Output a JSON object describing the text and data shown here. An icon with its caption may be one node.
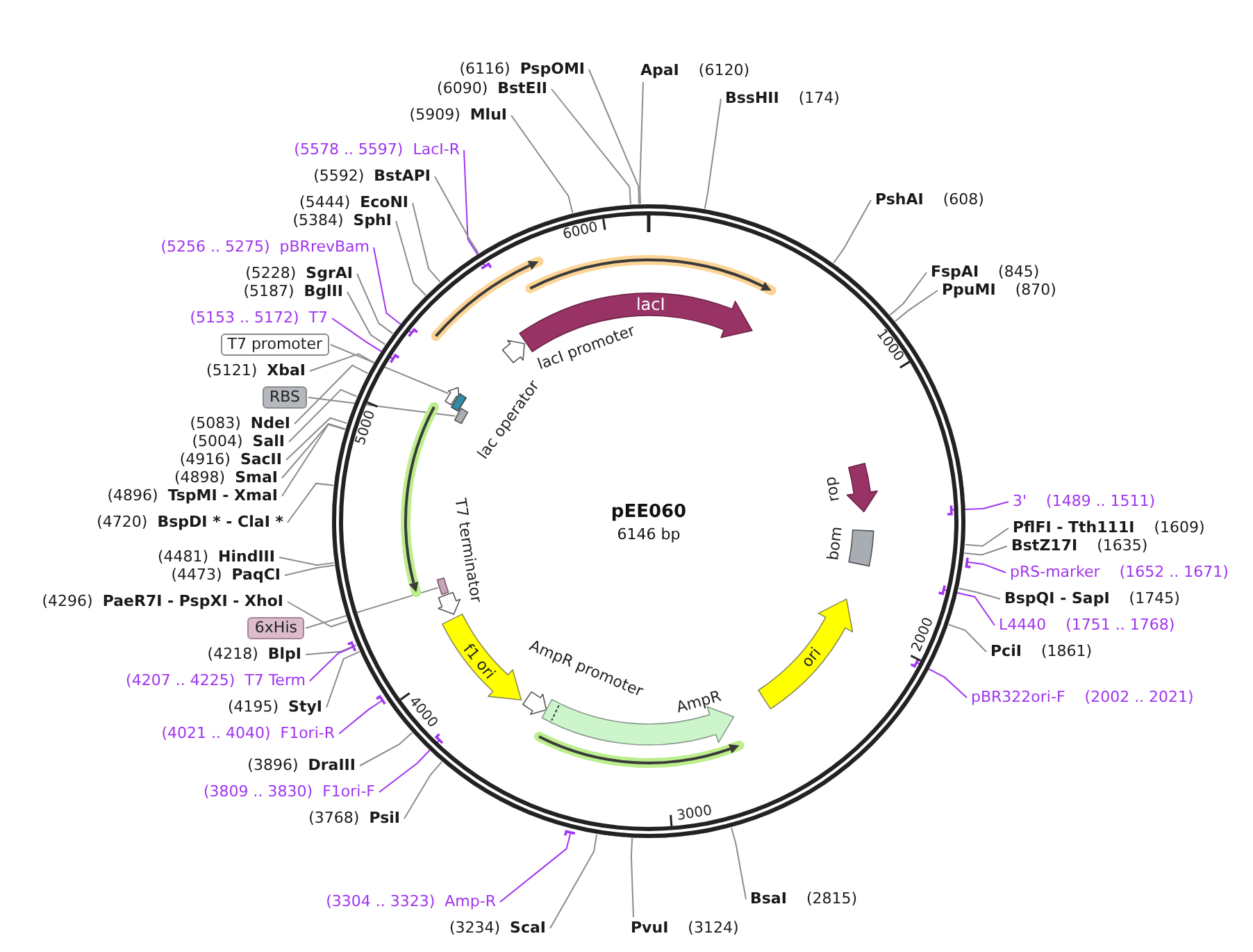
{
  "diagram": {
    "nodes": [
      {
        "text": [
          "pEE060",
          "6146 bp"
        ]
      },
      {
        "text": [
          "lacI"
        ],
        "in": 0
      },
      {
        "text": [
          "lacI promoter"
        ],
        "in": 0
      },
      {
        "text": [],
        "shape": "arrow",
        "in": 0
      },
      {
        "text": [
          "lac operator"
        ],
        "in": 0
      },
      {
        "text": [],
        "shape": "box",
        "in": 0
      },
      {
        "text": [
          "T7 terminator"
        ],
        "in": 0
      },
      {
        "text": [],
        "shape": "box",
        "in": 0
      },
      {
        "text": [
          "f1 ori"
        ],
        "in": 0
      },
      {
        "text": [
          "AmpR promoter"
        ],
        "in": 0
      },
      {
        "text": [
          "AmpR"
        ],
        "in": 0
      },
      {
        "text": [
          "ori"
        ],
        "in": 0
      },
      {
        "text": [
          "bom"
        ],
        "in": 0
      },
      {
        "text": [
          "rop"
        ],
        "in": 0
      },
      {
        "text": [
          "PspOMI"
        ],
        "beside": [
          "(6116)"
        ]
      },
      {
        "text": [
          "BstEII"
        ],
        "beside": [
          "(6090)"
        ]
      },
      {
        "text": [
          "MluI"
        ],
        "beside": [
          "(5909)"
        ]
      },
      {
        "text": [
          "LacI-R"
        ],
        "beside": [
          "(5578 .. 5597)"
        ]
      },
      {
        "text": [
          "BstAPI"
        ],
        "beside": [
          "(5592)"
        ]
      },
      {
        "text": [
          "EcoNI"
        ],
        "beside": [
          "(5444)"
        ]
      },
      {
        "text": [
          "SphI"
        ],
        "beside": [
          "(5384)"
        ]
      },
      {
        "text": [
          "pBRrevBam"
        ],
        "beside": [
          "(5256 .. 5275)"
        ]
      },
      {
        "text": [
          "SgrAI"
        ],
        "beside": [
          "(5228)"
        ]
      },
      {
        "text": [
          "BglII"
        ],
        "beside": [
          "(5187)"
        ]
      },
      {
        "text": [
          "T7"
        ],
        "beside": [
          "(5153 .. 5172)"
        ]
      },
      {
        "text": [
          "T7 promoter"
        ]
      },
      {
        "text": [
          "XbaI"
        ],
        "beside": [
          "(5121)"
        ]
      },
      {
        "text": [
          "RBS"
        ]
      },
      {
        "text": [
          "NdeI"
        ],
        "beside": [
          "(5083)"
        ]
      },
      {
        "text": [
          "SalI"
        ],
        "beside": [
          "(5004)"
        ]
      },
      {
        "text": [
          "SacII"
        ],
        "beside": [
          "(4916)"
        ]
      },
      {
        "text": [
          "SmaI"
        ],
        "beside": [
          "(4898)"
        ]
      },
      {
        "text": [
          "TspMI - XmaI"
        ],
        "beside": [
          "(4896)"
        ]
      },
      {
        "text": [
          "BspDI * - ClaI *"
        ],
        "beside": [
          "(4720)"
        ]
      },
      {
        "text": [
          "HindIII"
        ],
        "beside": [
          "(4481)"
        ]
      },
      {
        "text": [
          "PaqCI"
        ],
        "beside": [
          "(4473)"
        ]
      },
      {
        "text": [
          "PaeR7I - PspXI - XhoI"
        ],
        "beside": [
          "(4296)"
        ]
      },
      {
        "text": [
          "6xHis"
        ]
      },
      {
        "text": [
          "BlpI"
        ],
        "beside": [
          "(4218)"
        ]
      },
      {
        "text": [
          "T7 Term"
        ],
        "beside": [
          "(4207 .. 4225)"
        ]
      },
      {
        "text": [
          "StyI"
        ],
        "beside": [
          "(4195)"
        ]
      },
      {
        "text": [
          "F1ori-R"
        ],
        "beside": [
          "(4021 .. 4040)"
        ]
      },
      {
        "text": [
          "DraIII"
        ],
        "beside": [
          "(3896)"
        ]
      },
      {
        "text": [
          "F1ori-F"
        ],
        "beside": [
          "(3809 .. 3830)"
        ]
      },
      {
        "text": [
          "PsiI"
        ],
        "beside": [
          "(3768)"
        ]
      },
      {
        "text": [
          "Amp-R"
        ],
        "beside": [
          "(3304 .. 3323)"
        ]
      },
      {
        "text": [
          "ScaI"
        ],
        "beside": [
          "(3234)"
        ]
      },
      {
        "text": [
          "ApaI"
        ],
        "beside": [
          "(6120)"
        ]
      },
      {
        "text": [
          "BssHII"
        ],
        "beside": [
          "(174)"
        ]
      },
      {
        "text": [
          "PshAI"
        ],
        "beside": [
          "(608)"
        ]
      },
      {
        "text": [
          "FspAI"
        ],
        "beside": [
          "(845)"
        ]
      },
      {
        "text": [
          "PpuMI"
        ],
        "beside": [
          "(870)"
        ]
      },
      {
        "text": [
          "3'"
        ],
        "beside": [
          "(1489 .. 1511)"
        ]
      },
      {
        "text": [
          "PflFI - Tth111I"
        ],
        "beside": [
          "(1609)"
        ]
      },
      {
        "text": [
          "BstZ17I"
        ],
        "beside": [
          "(1635)"
        ]
      },
      {
        "text": [
          "pRS-marker"
        ],
        "beside": [
          "(1652 .. 1671)"
        ]
      },
      {
        "text": [
          "BspQI - SapI"
        ],
        "beside": [
          "(1745)"
        ]
      },
      {
        "text": [
          "L4440"
        ],
        "beside": [
          "(1751 .. 1768)"
        ]
      },
      {
        "text": [
          "PciI"
        ],
        "beside": [
          "(1861)"
        ]
      },
      {
        "text": [
          "pBR322ori-F"
        ],
        "beside": [
          "(2002 .. 2021)"
        ]
      },
      {
        "text": [
          "BsaI"
        ],
        "beside": [
          "(2815)"
        ]
      },
      {
        "text": [
          "PvuI"
        ],
        "beside": [
          "(3124)"
        ]
      }
    ],
    "edges": [
      {
        "from": 14,
        "to": 0,
        "arrow": "none"
      },
      {
        "from": 15,
        "to": 0,
        "arrow": "none"
      },
      {
        "from": 16,
        "to": 0,
        "arrow": "none"
      },
      {
        "from": 17,
        "to": 0,
        "arrow": "none",
        "color": "#a035f0"
      },
      {
        "from": 18,
        "to": 0,
        "arrow": "none"
      },
      {
        "from": 19,
        "to": 0,
        "arrow": "none"
      },
      {
        "from": 20,
        "to": 0,
        "arrow": "none"
      },
      {
        "from": 21,
        "to": 0,
        "arrow": "none",
        "color": "#a035f0"
      },
      {
        "from": 22,
        "to": 0,
        "arrow": "none"
      },
      {
        "from": 23,
        "to": 0,
        "arrow": "none"
      },
      {
        "from": 24,
        "to": 0,
        "arrow": "none",
        "color": "#a035f0"
      },
      {
        "from": 25,
        "to": 3,
        "arrow": "none"
      },
      {
        "from": 26,
        "to": 0,
        "arrow": "none"
      },
      {
        "from": 27,
        "to": 5,
        "arrow": "none"
      },
      {
        "from": 28,
        "to": 0,
        "arrow": "none"
      },
      {
        "from": 29,
        "to": 0,
        "arrow": "none"
      },
      {
        "from": 30,
        "to": 0,
        "arrow": "none"
      },
      {
        "from": 31,
        "to": 0,
        "arrow": "none"
      },
      {
        "from": 32,
        "to": 0,
        "arrow": "none"
      },
      {
        "from": 33,
        "to": 0,
        "arrow": "none"
      },
      {
        "from": 34,
        "to": 0,
        "arrow": "none"
      },
      {
        "from": 35,
        "to": 0,
        "arrow": "none"
      },
      {
        "from": 36,
        "to": 0,
        "arrow": "none"
      },
      {
        "from": 37,
        "to": 7,
        "arrow": "none"
      },
      {
        "from": 38,
        "to": 0,
        "arrow": "none"
      },
      {
        "from": 39,
        "to": 0,
        "arrow": "none",
        "color": "#a035f0"
      },
      {
        "from": 40,
        "to": 0,
        "arrow": "none"
      },
      {
        "from": 41,
        "to": 0,
        "arrow": "none",
        "color": "#a035f0"
      },
      {
        "from": 42,
        "to": 0,
        "arrow": "none"
      },
      {
        "from": 43,
        "to": 0,
        "arrow": "none",
        "color": "#a035f0"
      },
      {
        "from": 44,
        "to": 0,
        "arrow": "none"
      },
      {
        "from": 45,
        "to": 0,
        "arrow": "none",
        "color": "#a035f0"
      },
      {
        "from": 46,
        "to": 0,
        "arrow": "none"
      },
      {
        "from": 47,
        "to": 0,
        "arrow": "none"
      },
      {
        "from": 48,
        "to": 0,
        "arrow": "none"
      },
      {
        "from": 49,
        "to": 0,
        "arrow": "none"
      },
      {
        "from": 50,
        "to": 0,
        "arrow": "none"
      },
      {
        "from": 51,
        "to": 0,
        "arrow": "none"
      },
      {
        "from": 52,
        "to": 0,
        "arrow": "none",
        "color": "#a035f0"
      },
      {
        "from": 53,
        "to": 0,
        "arrow": "none"
      },
      {
        "from": 54,
        "to": 0,
        "arrow": "none"
      },
      {
        "from": 55,
        "to": 0,
        "arrow": "none",
        "color": "#a035f0"
      },
      {
        "from": 56,
        "to": 0,
        "arrow": "none"
      },
      {
        "from": 57,
        "to": 0,
        "arrow": "none",
        "color": "#a035f0"
      },
      {
        "from": 58,
        "to": 0,
        "arrow": "none"
      },
      {
        "from": 59,
        "to": 0,
        "arrow": "none",
        "color": "#a035f0"
      },
      {
        "from": 60,
        "to": 0,
        "arrow": "none"
      },
      {
        "from": 61,
        "to": 0,
        "arrow": "none"
      }
    ],
    "labels": [
      "6000",
      "1000",
      "2000",
      "3000",
      "4000",
      "5000"
    ]
  }
}
